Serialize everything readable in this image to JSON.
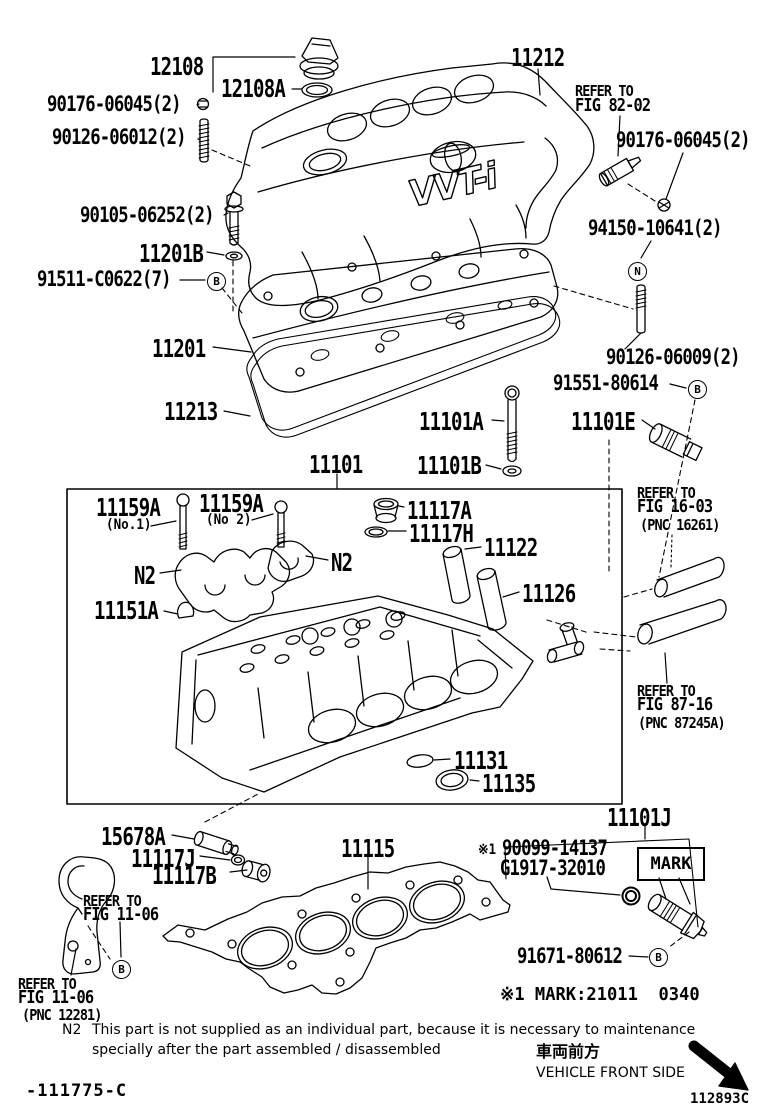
{
  "labels": {
    "p12108": "12108",
    "p12108a": "12108A",
    "p90176L": "90176-06045(2)",
    "p90126a": "90126-06012(2)",
    "p90105": "90105-06252(2)",
    "p11201b": "11201B",
    "p91511": "91511-C0622(7)",
    "p11201": "11201",
    "p11213": "11213",
    "p11101": "11101",
    "p11212": "11212",
    "p90176R": "90176-06045(2)",
    "p94150": "94150-10641(2)",
    "p90126b": "90126-06009(2)",
    "p91551": "91551-80614",
    "p11101a": "11101A",
    "p11101e": "11101E",
    "p11101b": "11101B",
    "p11159a1": "11159A",
    "p11159a1sub": "(No.1)",
    "p11159a2": "11159A",
    "p11159a2sub": "(No 2)",
    "n2left": "N2",
    "n2right": "N2",
    "p11151a": "11151A",
    "p11117a": "11117A",
    "p11117h": "11117H",
    "p11122": "11122",
    "p11126": "11126",
    "p11131": "11131",
    "p11135": "11135",
    "p11101j": "11101J",
    "star1": "※1",
    "p90099": "90099-14137",
    "pg1917": "G1917-32010",
    "mark_box": "MARK",
    "p15678a": "15678A",
    "p11117j": "11117J",
    "p11117b": "11117B",
    "p11115": "11115",
    "p91671": "91671-80612"
  },
  "refs": {
    "fig8202": {
      "l1": "REFER TO",
      "l2": "FIG 82-02"
    },
    "fig1603": {
      "l1": "REFER TO",
      "l2": "FIG 16-03",
      "l3": "(PNC 16261)"
    },
    "fig8716": {
      "l1": "REFER TO",
      "l2": "FIG 87-16",
      "l3": "(PNC 87245A)"
    },
    "fig1106m": {
      "l1": "REFER TO",
      "l2": "FIG 11-06"
    },
    "fig1106b": {
      "l1": "REFER TO",
      "l2": "FIG 11-06",
      "l3": "(PNC 12281)"
    }
  },
  "callouts": {
    "b": "B",
    "n": "N"
  },
  "cover_logo": "VVT-i",
  "footer": {
    "note_ref": "N2",
    "note_line1": "This part is not supplied as an individual part, because it is necessary to maintenance",
    "note_line2": "specially after the part assembled / disassembled",
    "mark_note": "※1 MARK:21011  0340",
    "front_jp": "車両前方",
    "front_en": "VEHICLE FRONT SIDE",
    "code_left": "-111775-C",
    "code_right": "112893C"
  }
}
